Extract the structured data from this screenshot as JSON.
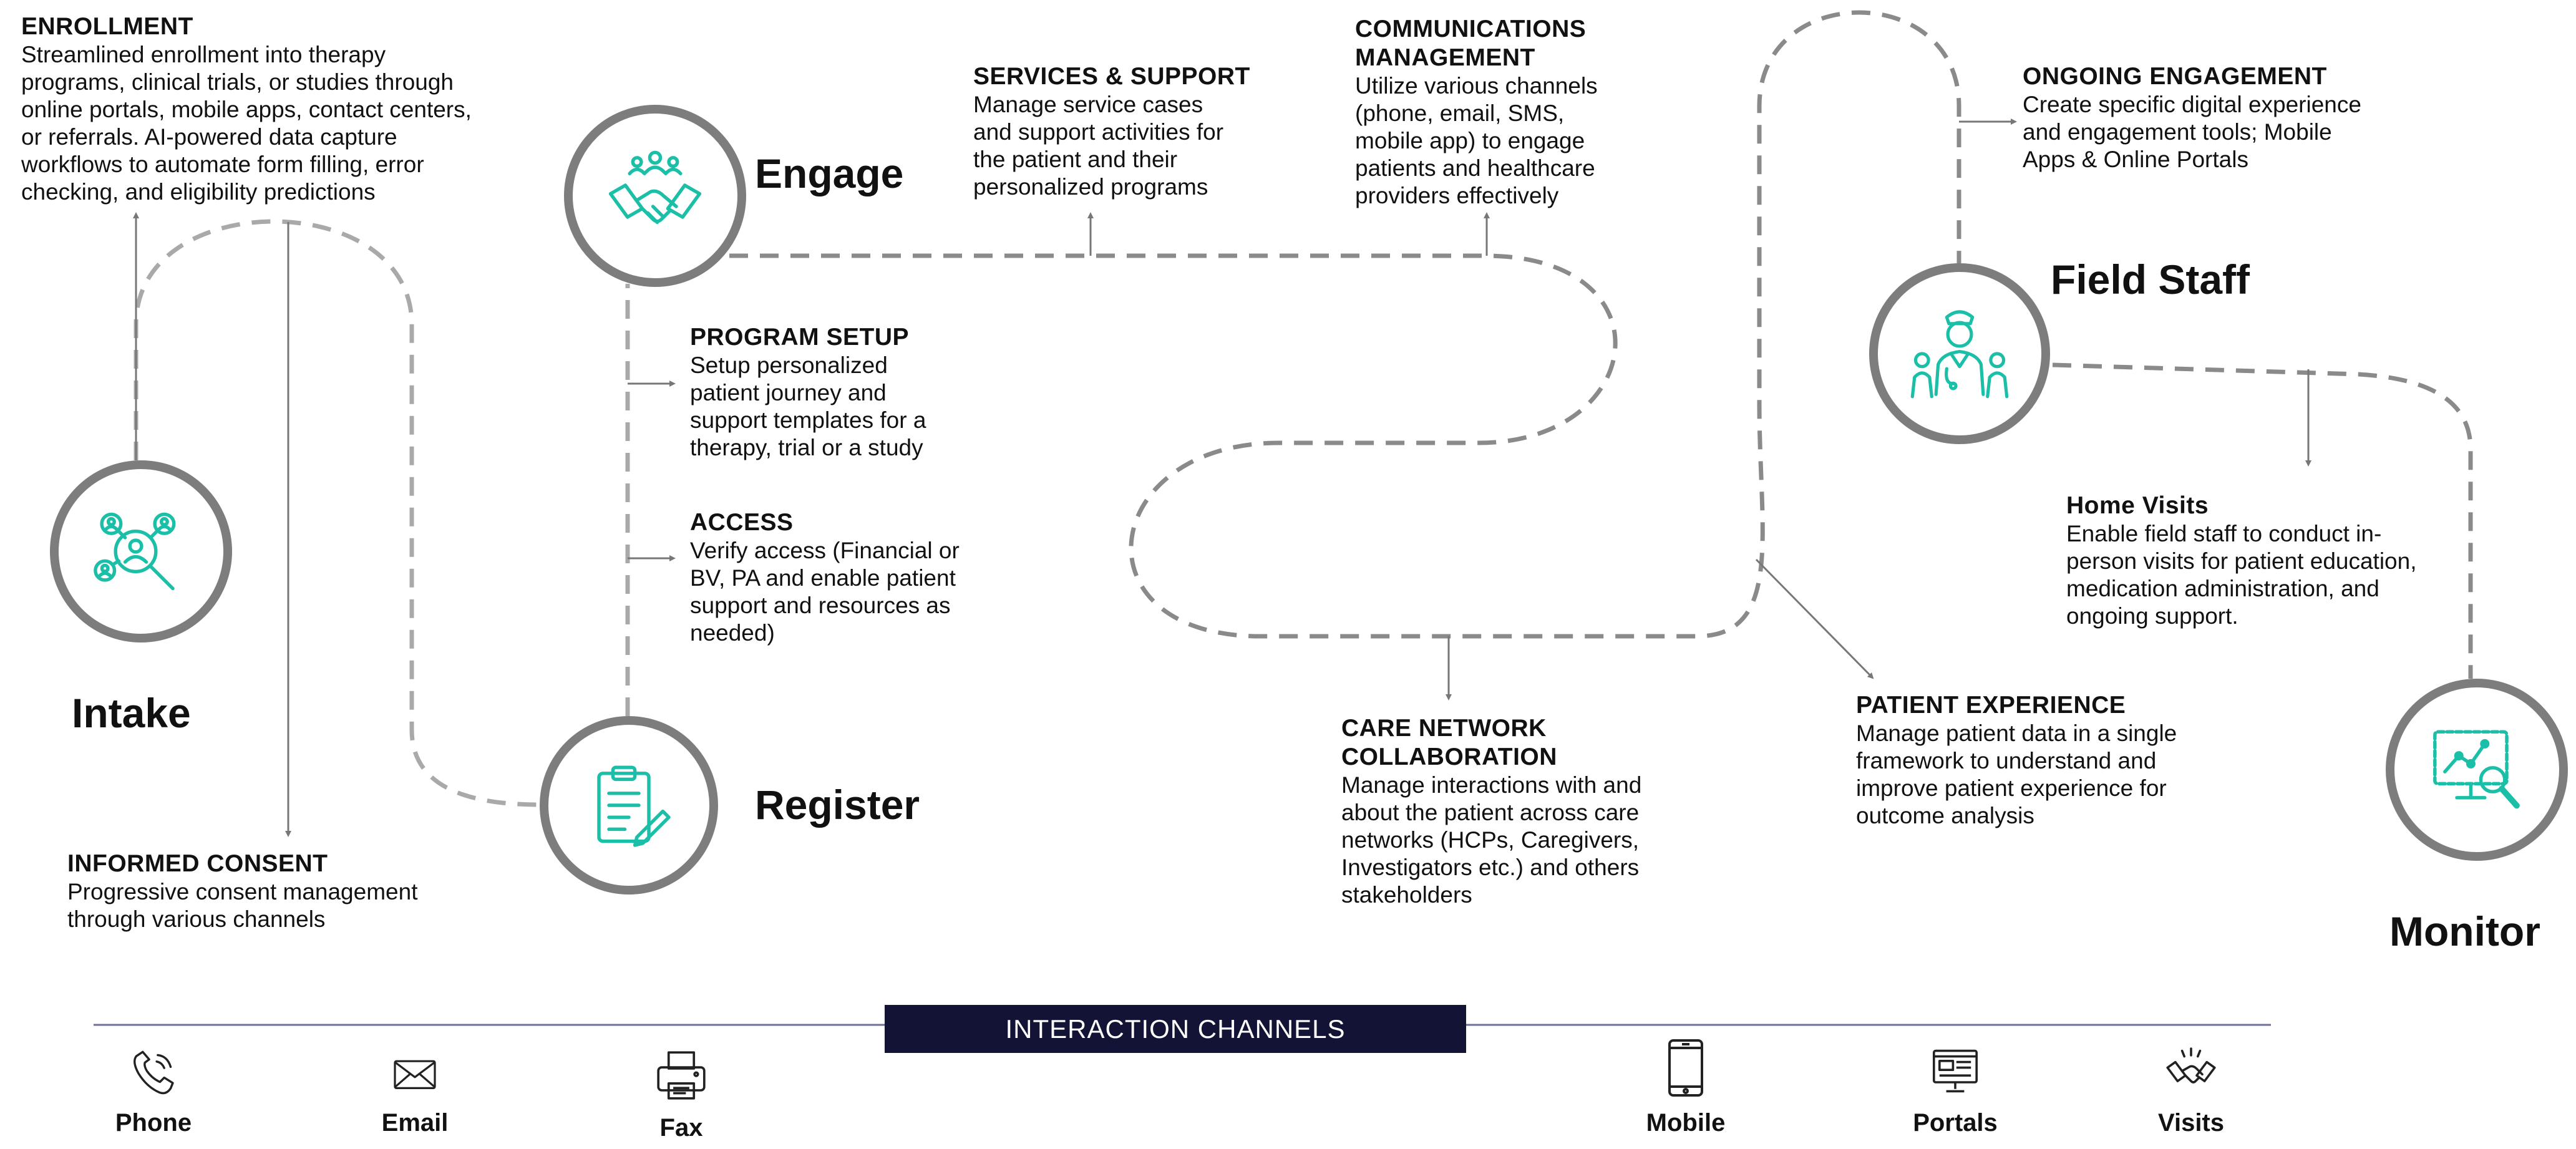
{
  "colors": {
    "accent": "#1bbfa8",
    "ring": "#7d7d7d",
    "path": "#8a8a8a",
    "arrow": "#777777",
    "channel_bar": "#131336",
    "divider": "#6e6e9a"
  },
  "stages": {
    "intake": {
      "label": "Intake",
      "icon": "intake-search-people-icon"
    },
    "register": {
      "label": "Register",
      "icon": "clipboard-pen-icon"
    },
    "engage": {
      "label": "Engage",
      "icon": "handshake-people-icon"
    },
    "field_staff": {
      "label": "Field Staff",
      "icon": "nurse-staff-icon"
    },
    "monitor": {
      "label": "Monitor",
      "icon": "monitor-chart-magnifier-icon"
    }
  },
  "blocks": {
    "enrollment": {
      "title": "ENROLLMENT",
      "desc": "Streamlined enrollment into therapy\nprograms, clinical trials, or studies through\nonline portals, mobile apps, contact centers,\nor referrals. AI-powered data capture\nworkflows to automate form filling, error\nchecking, and eligibility predictions"
    },
    "informed_consent": {
      "title": "INFORMED CONSENT",
      "desc": "Progressive consent management\nthrough various channels"
    },
    "services_support": {
      "title": "SERVICES & SUPPORT",
      "desc": "Manage service cases\nand support activities for\nthe patient and their\npersonalized programs"
    },
    "program_setup": {
      "title": "PROGRAM SETUP",
      "desc": "Setup personalized\npatient journey and\nsupport templates for a\ntherapy, trial or a study"
    },
    "access": {
      "title": "ACCESS",
      "desc": "Verify access (Financial or\nBV, PA and enable patient\nsupport and resources as\nneeded)"
    },
    "communications_management": {
      "title": "COMMUNICATIONS\nMANAGEMENT",
      "desc": "Utilize various channels\n(phone, email, SMS,\nmobile app) to engage\npatients and healthcare\nproviders effectively"
    },
    "care_network": {
      "title": "CARE NETWORK\nCOLLABORATION",
      "desc": "Manage interactions with and\nabout the patient across care\nnetworks (HCPs, Caregivers,\nInvestigators etc.) and others\nstakeholders"
    },
    "ongoing_engagement": {
      "title": "ONGOING ENGAGEMENT",
      "desc": "Create specific digital experience\nand engagement tools; Mobile\nApps & Online Portals"
    },
    "home_visits": {
      "title": "Home  Visits",
      "desc": "Enable field staff to conduct in-\nperson visits for patient education,\nmedication administration, and\nongoing support."
    },
    "patient_experience": {
      "title": "PATIENT EXPERIENCE",
      "desc": "Manage patient data in a single\nframework to understand and\nimprove patient experience for\noutcome analysis"
    }
  },
  "channels": {
    "header": "INTERACTION CHANNELS",
    "items": [
      {
        "label": "Phone",
        "icon": "phone-icon"
      },
      {
        "label": "Email",
        "icon": "email-icon"
      },
      {
        "label": "Fax",
        "icon": "fax-icon"
      },
      {
        "label": "Mobile",
        "icon": "mobile-icon"
      },
      {
        "label": "Portals",
        "icon": "portal-icon"
      },
      {
        "label": "Visits",
        "icon": "visits-handshake-icon"
      }
    ]
  }
}
